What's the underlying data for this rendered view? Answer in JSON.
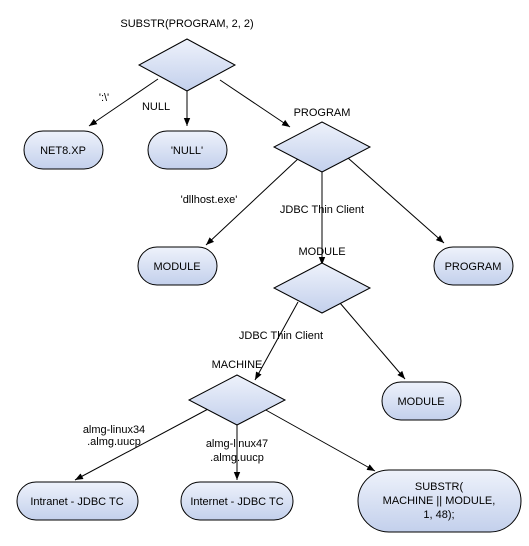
{
  "diagram": {
    "decisions": {
      "root": "SUBSTR(PROGRAM, 2, 2)",
      "program": "PROGRAM",
      "module": "MODULE",
      "machine": "MACHINE"
    },
    "edges": {
      "root_to_net8": "':\\'",
      "root_to_null": "NULL",
      "program_to_module": "'dllhost.exe'",
      "program_to_module_decision": "JDBC Thin Client",
      "module_to_machine": "JDBC Thin Client",
      "machine_to_intranet": [
        "almg-linux34",
        ".almg.uucp"
      ],
      "machine_to_internet": [
        "almg-linux47",
        ".almg.uucp"
      ]
    },
    "results": {
      "net8": "NET8.XP",
      "null": "'NULL'",
      "module_1": "MODULE",
      "program": "PROGRAM",
      "module_2": "MODULE",
      "intranet": "Intranet - JDBC TC",
      "internet": "Internet - JDBC TC",
      "substr": [
        "SUBSTR(",
        "MACHINE || MODULE,",
        "1, 48);"
      ]
    },
    "colors": {
      "fill_light": "#eef2fb",
      "fill_dark": "#c3d0ec",
      "stroke": "#000000"
    }
  }
}
